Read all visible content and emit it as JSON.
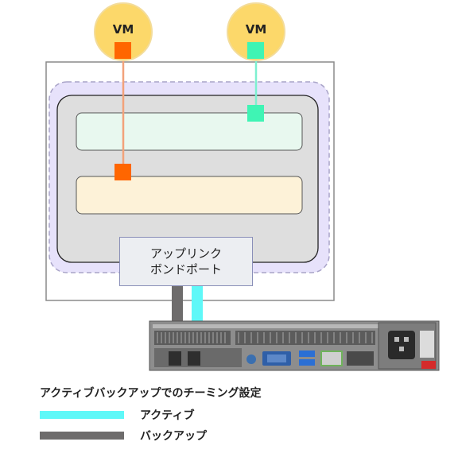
{
  "vms": [
    {
      "label": "VM",
      "port_color": "#ff6600"
    },
    {
      "label": "VM",
      "port_color": "#3ff4b4"
    }
  ],
  "bond_port": {
    "line1": "アップリンク",
    "line2": "ボンドポート"
  },
  "caption": "アクティブバックアップでのチーミング設定",
  "legend": [
    {
      "label": "アクティブ",
      "color": "#5ff8f8"
    },
    {
      "label": "バックアップ",
      "color": "#6e6c6c"
    }
  ],
  "colors": {
    "vm_circle": "#fcd86a",
    "host_frame": "#888888",
    "bridge_fill": "#e7e2fb",
    "switch_fill": "#dedede",
    "portgroup_green": "#e8f8ef",
    "portgroup_yellow": "#fdf2d8",
    "link_orange": "#f2a27a",
    "link_green": "#7df0d0"
  }
}
